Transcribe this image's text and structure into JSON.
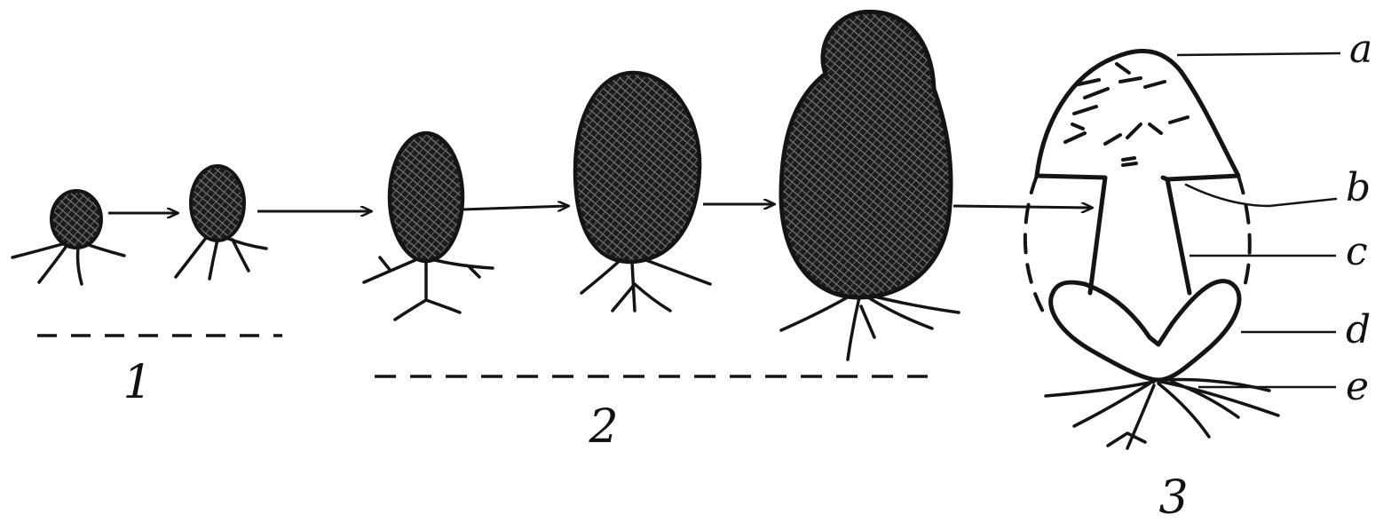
{
  "figure": {
    "stage_labels": [
      "1",
      "2",
      "3"
    ],
    "part_labels": [
      "a",
      "b",
      "c",
      "d",
      "e"
    ],
    "colors": {
      "ink": "#141414",
      "background": "#ffffff"
    }
  }
}
